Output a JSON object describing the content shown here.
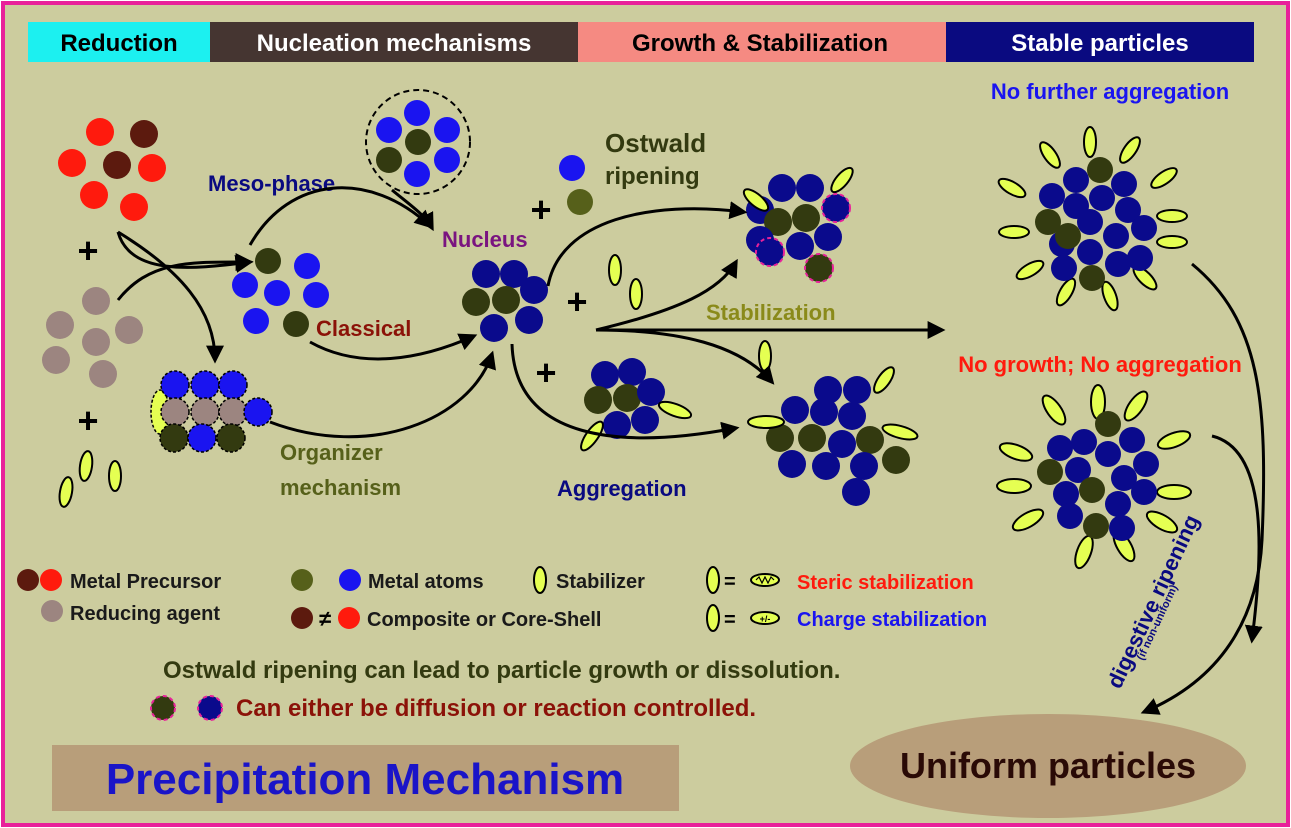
{
  "header": {
    "reduction": "Reduction",
    "nucleation": "Nucleation mechanisms",
    "growth": "Growth & Stabilization",
    "stable": "Stable particles"
  },
  "labels": {
    "meso_phase": "Meso-phase",
    "classical": "Classical",
    "organizer_1": "Organizer",
    "organizer_2": "mechanism",
    "nucleus": "Nucleus",
    "ostwald_1": "Ostwald",
    "ostwald_2": "ripening",
    "stabilization": "Stabilization",
    "aggregation": "Aggregation",
    "no_further_aggregation": "No further aggregation",
    "no_growth": "No growth; No aggregation",
    "digestive_ripening": "digestive ripening",
    "if_non_uniform": "(if non-uniform)",
    "uniform_particles": "Uniform particles",
    "plus": "+"
  },
  "legend": {
    "metal_precursor": "Metal Precursor",
    "reducing_agent": "Reducing agent",
    "metal_atoms": "Metal atoms",
    "composite": "Composite or Core-Shell",
    "not_equal": "≠",
    "stabilizer": "Stabilizer",
    "equals": "=",
    "steric": "Steric stabilization",
    "charge": "Charge stabilization",
    "charge_symbol": "+/-"
  },
  "notes": {
    "ostwald_note": "Ostwald ripening can lead to particle growth or dissolution.",
    "diffusion_note": "Can either be diffusion or reaction controlled."
  },
  "title": "Precipitation Mechanism",
  "colors": {
    "background": "#cccc9e",
    "border": "#e8219a",
    "red": "#ff1a0d",
    "dark_brown": "#5c1a0e",
    "mauve": "#9c8580",
    "blue": "#1a14f0",
    "navy": "#0a0a8c",
    "olive": "#333a10",
    "lime": "#e5ff52",
    "header_cyan": "#1cf0f0",
    "header_brown": "#453531",
    "header_salmon": "#f58a82",
    "header_navy": "#0a0a80",
    "title_box": "#b89e7a",
    "ellipse": "#b89e7a"
  }
}
